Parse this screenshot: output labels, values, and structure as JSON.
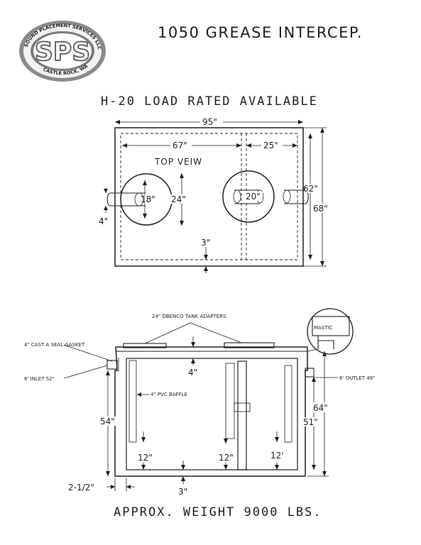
{
  "header": {
    "title": "1050 GREASE INTERCEP.",
    "subtitle": "H-20 LOAD RATED AVAILABLE",
    "footer": "APPROX. WEIGHT 9000 LBS."
  },
  "logo": {
    "initials": "SPS",
    "arc_top": "SOUND PLACEMENT SERVICES LLC",
    "arc_bottom": "CASTLE ROCK, WA"
  },
  "top_view": {
    "label": "TOP VEIW",
    "dims": {
      "width": "95\"",
      "left_chamber": "67\"",
      "right_chamber": "25\"",
      "inner_height": "62\"",
      "outer_height": "68\"",
      "wall": "3\"",
      "left_opening": "18\"",
      "right_opening": "20\"",
      "opening_span": "24\"",
      "pipe": "4\""
    }
  },
  "section": {
    "callouts": {
      "adapters": "24\" DBENCO TANK ADAPTERS",
      "gasket": "4\" CAST A SEAL GASKET",
      "inlet": "6' INLET 52\"",
      "outlet": "6' OUTLET 49\"",
      "baffle": "4\" PVC BAFFLE",
      "mastic": "MASTIC"
    },
    "dims": {
      "lid": "4\"",
      "inlet_height": "54\"",
      "total_height": "64\"",
      "outlet_height": "51\"",
      "clear_left": "12\"",
      "clear_mid": "12\"",
      "clear_right": "12'",
      "wall_offset": "2-1/2\"",
      "floor": "3\""
    }
  }
}
